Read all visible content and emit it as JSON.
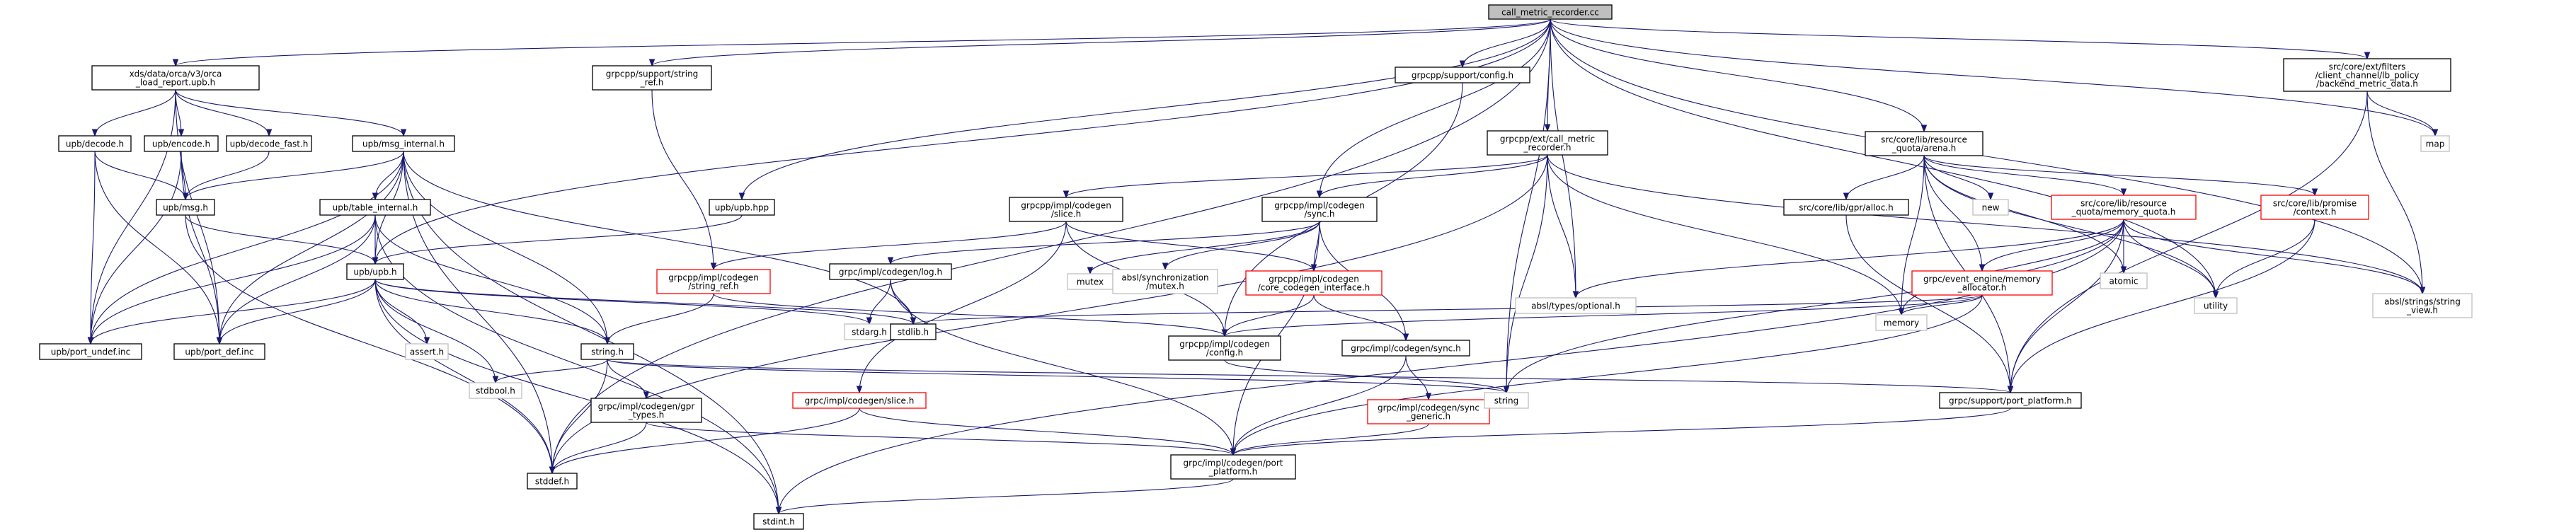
{
  "title": "call_metric_recorder.cc",
  "colors": {
    "edge": "#191970",
    "root_fill": "#bfbfbf",
    "node_border": "#000000",
    "missing_border": "#ff0000",
    "external_border": "#bfbfbf"
  },
  "nodes": [
    {
      "id": "root",
      "label": [
        "call_metric_recorder.cc"
      ],
      "kind": "root"
    },
    {
      "id": "xds",
      "label": [
        "xds/data/orca/v3/orca",
        "_load_report.upb.h"
      ],
      "kind": "black"
    },
    {
      "id": "string_ref",
      "label": [
        "grpcpp/support/string",
        "_ref.h"
      ],
      "kind": "black"
    },
    {
      "id": "config",
      "label": [
        "grpcpp/support/config.h"
      ],
      "kind": "black"
    },
    {
      "id": "lb_policy",
      "label": [
        "src/core/ext/filters",
        "/client_channel/lb_policy",
        "/backend_metric_data.h"
      ],
      "kind": "black"
    },
    {
      "id": "map",
      "label": [
        "map"
      ],
      "kind": "grey"
    },
    {
      "id": "upb_decode",
      "label": [
        "upb/decode.h"
      ],
      "kind": "black"
    },
    {
      "id": "upb_encode",
      "label": [
        "upb/encode.h"
      ],
      "kind": "black"
    },
    {
      "id": "upb_decode_fast",
      "label": [
        "upb/decode_fast.h"
      ],
      "kind": "black"
    },
    {
      "id": "upb_msg_internal",
      "label": [
        "upb/msg_internal.h"
      ],
      "kind": "black"
    },
    {
      "id": "upb_msg",
      "label": [
        "upb/msg.h"
      ],
      "kind": "black"
    },
    {
      "id": "upb_table_internal",
      "label": [
        "upb/table_internal.h"
      ],
      "kind": "black"
    },
    {
      "id": "upb_hpp",
      "label": [
        "upb/upb.hpp"
      ],
      "kind": "black"
    },
    {
      "id": "upb_h",
      "label": [
        "upb/upb.h"
      ],
      "kind": "black"
    },
    {
      "id": "port_undef",
      "label": [
        "upb/port_undef.inc"
      ],
      "kind": "black"
    },
    {
      "id": "port_def",
      "label": [
        "upb/port_def.inc"
      ],
      "kind": "black"
    },
    {
      "id": "assert",
      "label": [
        "assert.h"
      ],
      "kind": "grey"
    },
    {
      "id": "string_h",
      "label": [
        "string.h"
      ],
      "kind": "black"
    },
    {
      "id": "stdbool",
      "label": [
        "stdbool.h"
      ],
      "kind": "grey"
    },
    {
      "id": "gpr_types",
      "label": [
        "grpc/impl/codegen/gpr",
        "_types.h"
      ],
      "kind": "black"
    },
    {
      "id": "stddef",
      "label": [
        "stddef.h"
      ],
      "kind": "black"
    },
    {
      "id": "stdint",
      "label": [
        "stdint.h"
      ],
      "kind": "black"
    },
    {
      "id": "codegen_slice_h",
      "label": [
        "grpcpp/impl/codegen",
        "/slice.h"
      ],
      "kind": "black"
    },
    {
      "id": "codegen_string_ref",
      "label": [
        "grpcpp/impl/codegen",
        "/string_ref.h"
      ],
      "kind": "red"
    },
    {
      "id": "grpc_slice",
      "label": [
        "grpc/impl/codegen/slice.h"
      ],
      "kind": "red"
    },
    {
      "id": "ext_call_metric",
      "label": [
        "grpcpp/ext/call_metric",
        "_recorder.h"
      ],
      "kind": "black"
    },
    {
      "id": "codegen_sync",
      "label": [
        "grpcpp/impl/codegen",
        "/sync.h"
      ],
      "kind": "black"
    },
    {
      "id": "log",
      "label": [
        "grpc/impl/codegen/log.h"
      ],
      "kind": "black"
    },
    {
      "id": "mutex",
      "label": [
        "mutex"
      ],
      "kind": "grey"
    },
    {
      "id": "absl_mutex",
      "label": [
        "absl/synchronization",
        "/mutex.h"
      ],
      "kind": "grey"
    },
    {
      "id": "core_codegen",
      "label": [
        "grpcpp/impl/codegen",
        "/core_codegen_interface.h"
      ],
      "kind": "red"
    },
    {
      "id": "stdarg",
      "label": [
        "stdarg.h"
      ],
      "kind": "grey"
    },
    {
      "id": "stdlib",
      "label": [
        "stdlib.h"
      ],
      "kind": "black"
    },
    {
      "id": "codegen_config",
      "label": [
        "grpcpp/impl/codegen",
        "/config.h"
      ],
      "kind": "black"
    },
    {
      "id": "grpc_sync",
      "label": [
        "grpc/impl/codegen/sync.h"
      ],
      "kind": "black"
    },
    {
      "id": "sync_generic",
      "label": [
        "grpc/impl/codegen/sync",
        "_generic.h"
      ],
      "kind": "red"
    },
    {
      "id": "port_platform_codegen",
      "label": [
        "grpc/impl/codegen/port",
        "_platform.h"
      ],
      "kind": "black"
    },
    {
      "id": "string",
      "label": [
        "string"
      ],
      "kind": "grey"
    },
    {
      "id": "absl_optional",
      "label": [
        "absl/types/optional.h"
      ],
      "kind": "grey"
    },
    {
      "id": "arena",
      "label": [
        "src/core/lib/resource",
        "_quota/arena.h"
      ],
      "kind": "black"
    },
    {
      "id": "gpr_alloc",
      "label": [
        "src/core/lib/gpr/alloc.h"
      ],
      "kind": "black"
    },
    {
      "id": "new",
      "label": [
        "new"
      ],
      "kind": "grey"
    },
    {
      "id": "memory_quota",
      "label": [
        "src/core/lib/resource",
        "_quota/memory_quota.h"
      ],
      "kind": "red"
    },
    {
      "id": "promise_context",
      "label": [
        "src/core/lib/promise",
        "/context.h"
      ],
      "kind": "red"
    },
    {
      "id": "event_engine",
      "label": [
        "grpc/event_engine/memory",
        "_allocator.h"
      ],
      "kind": "red"
    },
    {
      "id": "atomic",
      "label": [
        "atomic"
      ],
      "kind": "grey"
    },
    {
      "id": "utility",
      "label": [
        "utility"
      ],
      "kind": "grey"
    },
    {
      "id": "string_view",
      "label": [
        "absl/strings/string",
        "_view.h"
      ],
      "kind": "grey"
    },
    {
      "id": "memory",
      "label": [
        "memory"
      ],
      "kind": "grey"
    },
    {
      "id": "port_platform",
      "label": [
        "grpc/support/port_platform.h"
      ],
      "kind": "black"
    }
  ],
  "edges": [
    [
      "root",
      "xds"
    ],
    [
      "root",
      "string_ref"
    ],
    [
      "root",
      "config"
    ],
    [
      "root",
      "lb_policy"
    ],
    [
      "root",
      "map"
    ],
    [
      "root",
      "upb_hpp"
    ],
    [
      "root",
      "upb_h"
    ],
    [
      "root",
      "stddef"
    ],
    [
      "root",
      "ext_call_metric"
    ],
    [
      "root",
      "codegen_sync"
    ],
    [
      "root",
      "absl_optional"
    ],
    [
      "root",
      "arena"
    ],
    [
      "root",
      "string"
    ],
    [
      "root",
      "utility"
    ],
    [
      "root",
      "string_view"
    ],
    [
      "xds",
      "upb_decode"
    ],
    [
      "xds",
      "upb_encode"
    ],
    [
      "xds",
      "upb_decode_fast"
    ],
    [
      "xds",
      "upb_msg_internal"
    ],
    [
      "xds",
      "port_undef"
    ],
    [
      "xds",
      "port_def"
    ],
    [
      "upb_decode",
      "upb_msg"
    ],
    [
      "upb_decode",
      "port_undef"
    ],
    [
      "upb_decode",
      "port_def"
    ],
    [
      "upb_encode",
      "upb_msg"
    ],
    [
      "upb_encode",
      "port_undef"
    ],
    [
      "upb_encode",
      "port_def"
    ],
    [
      "upb_decode_fast",
      "upb_msg"
    ],
    [
      "upb_msg_internal",
      "upb_msg"
    ],
    [
      "upb_msg_internal",
      "upb_table_internal"
    ],
    [
      "upb_msg_internal",
      "upb_h"
    ],
    [
      "upb_msg_internal",
      "string_h"
    ],
    [
      "upb_msg_internal",
      "stddef"
    ],
    [
      "upb_msg_internal",
      "stdint"
    ],
    [
      "upb_msg_internal",
      "stdlib"
    ],
    [
      "upb_msg_internal",
      "port_undef"
    ],
    [
      "upb_msg_internal",
      "port_def"
    ],
    [
      "upb_msg",
      "upb_h"
    ],
    [
      "upb_msg",
      "stddef"
    ],
    [
      "upb_table_internal",
      "upb_h"
    ],
    [
      "upb_table_internal",
      "string_h"
    ],
    [
      "upb_table_internal",
      "stdint"
    ],
    [
      "upb_table_internal",
      "port_undef"
    ],
    [
      "upb_table_internal",
      "port_def"
    ],
    [
      "upb_hpp",
      "upb_h"
    ],
    [
      "upb_h",
      "assert"
    ],
    [
      "upb_h",
      "string_h"
    ],
    [
      "upb_h",
      "stdbool"
    ],
    [
      "upb_h",
      "stddef"
    ],
    [
      "upb_h",
      "stdint"
    ],
    [
      "upb_h",
      "stdarg"
    ],
    [
      "upb_h",
      "stdlib"
    ],
    [
      "upb_h",
      "port_undef"
    ],
    [
      "upb_h",
      "port_def"
    ],
    [
      "string_h",
      "stdbool"
    ],
    [
      "string_h",
      "stddef"
    ],
    [
      "string_h",
      "gpr_types"
    ],
    [
      "string_h",
      "port_platform"
    ],
    [
      "string_h",
      "string"
    ],
    [
      "gpr_types",
      "stddef"
    ],
    [
      "gpr_types",
      "port_platform_codegen"
    ],
    [
      "string_ref",
      "codegen_string_ref"
    ],
    [
      "config",
      "codegen_config"
    ],
    [
      "lb_policy",
      "map"
    ],
    [
      "lb_policy",
      "string_view"
    ],
    [
      "lb_policy",
      "port_platform"
    ],
    [
      "ext_call_metric",
      "codegen_slice_h"
    ],
    [
      "ext_call_metric",
      "codegen_sync"
    ],
    [
      "ext_call_metric",
      "absl_optional"
    ],
    [
      "ext_call_metric",
      "string_view"
    ],
    [
      "ext_call_metric",
      "memory"
    ],
    [
      "ext_call_metric",
      "string"
    ],
    [
      "ext_call_metric",
      "stddef"
    ],
    [
      "codegen_slice_h",
      "codegen_string_ref"
    ],
    [
      "codegen_slice_h",
      "core_codegen"
    ],
    [
      "codegen_slice_h",
      "grpc_slice"
    ],
    [
      "codegen_slice_h",
      "codegen_config"
    ],
    [
      "codegen_string_ref",
      "string_h"
    ],
    [
      "codegen_string_ref",
      "codegen_config"
    ],
    [
      "grpc_slice",
      "port_platform_codegen"
    ],
    [
      "grpc_slice",
      "stddef"
    ],
    [
      "codegen_sync",
      "log"
    ],
    [
      "codegen_sync",
      "mutex"
    ],
    [
      "codegen_sync",
      "absl_mutex"
    ],
    [
      "codegen_sync",
      "core_codegen"
    ],
    [
      "codegen_sync",
      "grpc_sync"
    ],
    [
      "codegen_sync",
      "port_platform_codegen"
    ],
    [
      "log",
      "stdarg"
    ],
    [
      "log",
      "stdlib"
    ],
    [
      "log",
      "port_platform_codegen"
    ],
    [
      "core_codegen",
      "codegen_config"
    ],
    [
      "core_codegen",
      "grpc_sync"
    ],
    [
      "codegen_config",
      "string"
    ],
    [
      "grpc_sync",
      "sync_generic"
    ],
    [
      "grpc_sync",
      "port_platform_codegen"
    ],
    [
      "sync_generic",
      "port_platform_codegen"
    ],
    [
      "port_platform_codegen",
      "stdint"
    ],
    [
      "arena",
      "gpr_alloc"
    ],
    [
      "arena",
      "new"
    ],
    [
      "arena",
      "memory_quota"
    ],
    [
      "arena",
      "promise_context"
    ],
    [
      "arena",
      "event_engine"
    ],
    [
      "arena",
      "atomic"
    ],
    [
      "arena",
      "utility"
    ],
    [
      "arena",
      "memory"
    ],
    [
      "arena",
      "port_platform"
    ],
    [
      "gpr_alloc",
      "port_platform"
    ],
    [
      "memory_quota",
      "atomic"
    ],
    [
      "memory_quota",
      "utility"
    ],
    [
      "memory_quota",
      "event_engine"
    ],
    [
      "memory_quota",
      "memory"
    ],
    [
      "memory_quota",
      "absl_optional"
    ],
    [
      "memory_quota",
      "string_view"
    ],
    [
      "memory_quota",
      "port_platform"
    ],
    [
      "memory_quota",
      "string"
    ],
    [
      "memory_quota",
      "stdint"
    ],
    [
      "promise_context",
      "utility"
    ],
    [
      "promise_context",
      "port_platform"
    ],
    [
      "event_engine",
      "memory"
    ],
    [
      "event_engine",
      "stdlib"
    ],
    [
      "event_engine",
      "codegen_config"
    ],
    [
      "event_engine",
      "port_platform_codegen"
    ],
    [
      "port_platform",
      "port_platform_codegen"
    ]
  ]
}
